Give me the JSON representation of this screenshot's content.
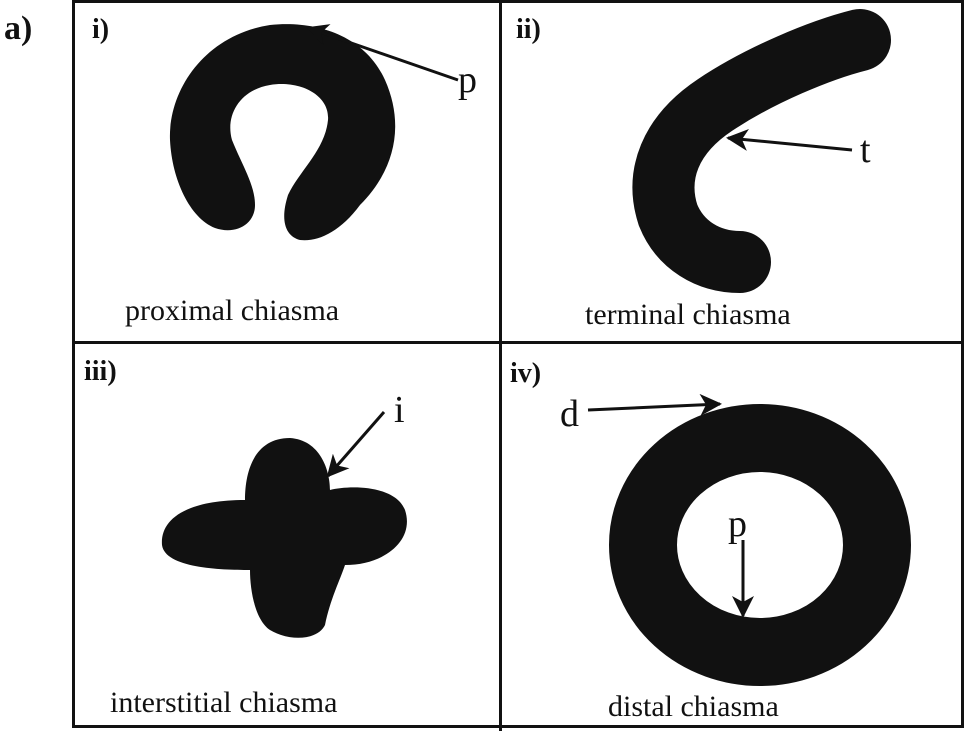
{
  "figure_label": "a)",
  "panels": [
    {
      "number": "i)",
      "caption": "proximal chiasma",
      "marker": "p"
    },
    {
      "number": "ii)",
      "caption": "terminal chiasma",
      "marker": "t"
    },
    {
      "number": "iii)",
      "caption": "interstitial chiasma",
      "marker": "i"
    },
    {
      "number": "iv)",
      "caption": "distal chiasma",
      "markers": [
        "d",
        "p"
      ]
    }
  ],
  "colors": {
    "ink": "#111111",
    "background": "#ffffff"
  }
}
